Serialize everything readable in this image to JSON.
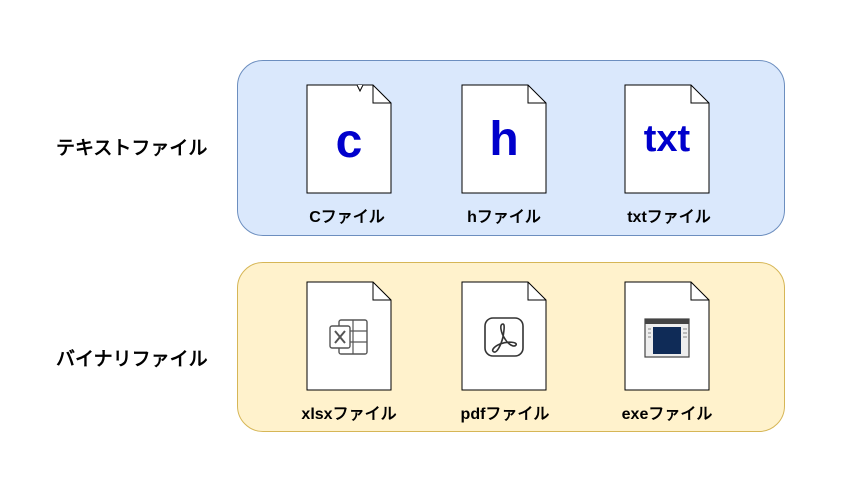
{
  "colors": {
    "text_group_fill": "#dae8fc",
    "text_group_stroke": "#6c8ebf",
    "binary_group_fill": "#fff2cc",
    "binary_group_stroke": "#d6b656",
    "glyph": "#0000cc"
  },
  "groups": [
    {
      "label": "テキストファイル",
      "files": [
        {
          "glyph": "c",
          "label": "Cファイル"
        },
        {
          "glyph": "h",
          "label": "hファイル"
        },
        {
          "glyph": "txt",
          "label": "txtファイル"
        }
      ]
    },
    {
      "label": "バイナリファイル",
      "files": [
        {
          "icon": "excel-icon",
          "label": "xlsxファイル"
        },
        {
          "icon": "pdf-icon",
          "label": "pdfファイル"
        },
        {
          "icon": "exe-window-icon",
          "label": "exeファイル"
        }
      ]
    }
  ]
}
